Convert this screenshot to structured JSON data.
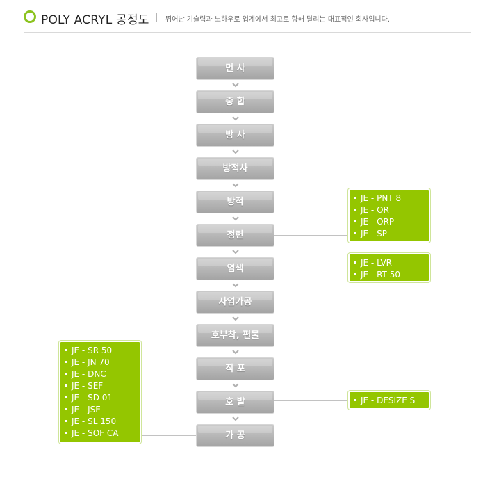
{
  "header": {
    "title": "POLY ACRYL 공정도",
    "subtitle": "뛰어난 기술력과 노하우로 업계에서 최고로 향해 달리는 대표적인 회사입니다."
  },
  "steps": [
    "면 사",
    "중 합",
    "방 사",
    "방적사",
    "방적",
    "정련",
    "염색",
    "사염가공",
    "호부착, 편물",
    "직 포",
    "호 발",
    "가 공"
  ],
  "groups": {
    "scouring": [
      "JE - PNT 8",
      "JE - OR",
      "JE - ORP",
      "JE - SP"
    ],
    "dyeing": [
      "JE - LVR",
      "JE - RT 50"
    ],
    "desizing": [
      "JE - DESIZE S"
    ],
    "finishing": [
      "JE - SR 50",
      "JE - JN 70",
      "JE - DNC",
      "JE - SEF",
      "JE - SD 01",
      "JE - JSE",
      "JE - SL 150",
      "JE - SOF CA"
    ]
  },
  "colors": {
    "accent": "#8cc31f",
    "box_fill": "#94c600",
    "step_gray": "#b9b9b9"
  },
  "icons": {
    "header": "ring-icon",
    "arrow": "chevron-down-icon",
    "bullet": "square-bullet-icon"
  }
}
